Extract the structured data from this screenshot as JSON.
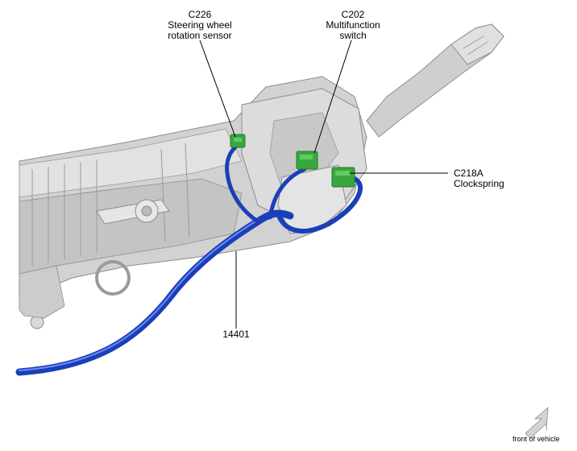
{
  "labels": {
    "c226": {
      "code": "C226",
      "line1": "Steering wheel",
      "line2": "rotation sensor"
    },
    "c202": {
      "code": "C202",
      "line1": "Multifunction",
      "line2": "switch"
    },
    "c218a": {
      "code": "C218A",
      "line1": "Clockspring"
    },
    "harness": {
      "code": "14401"
    }
  },
  "orientation": {
    "text": "front of vehicle"
  },
  "colors": {
    "harness": "#1a3fb8",
    "harness_highlight": "#6a8cf0",
    "connector": "#3aa640",
    "connector_dark": "#217a2a",
    "assembly": "#d2d2d2",
    "assembly_shade": "#b0b0b0",
    "assembly_outline": "#8c8c8c",
    "leader": "#000000",
    "arrow": "#cfcfcf"
  }
}
